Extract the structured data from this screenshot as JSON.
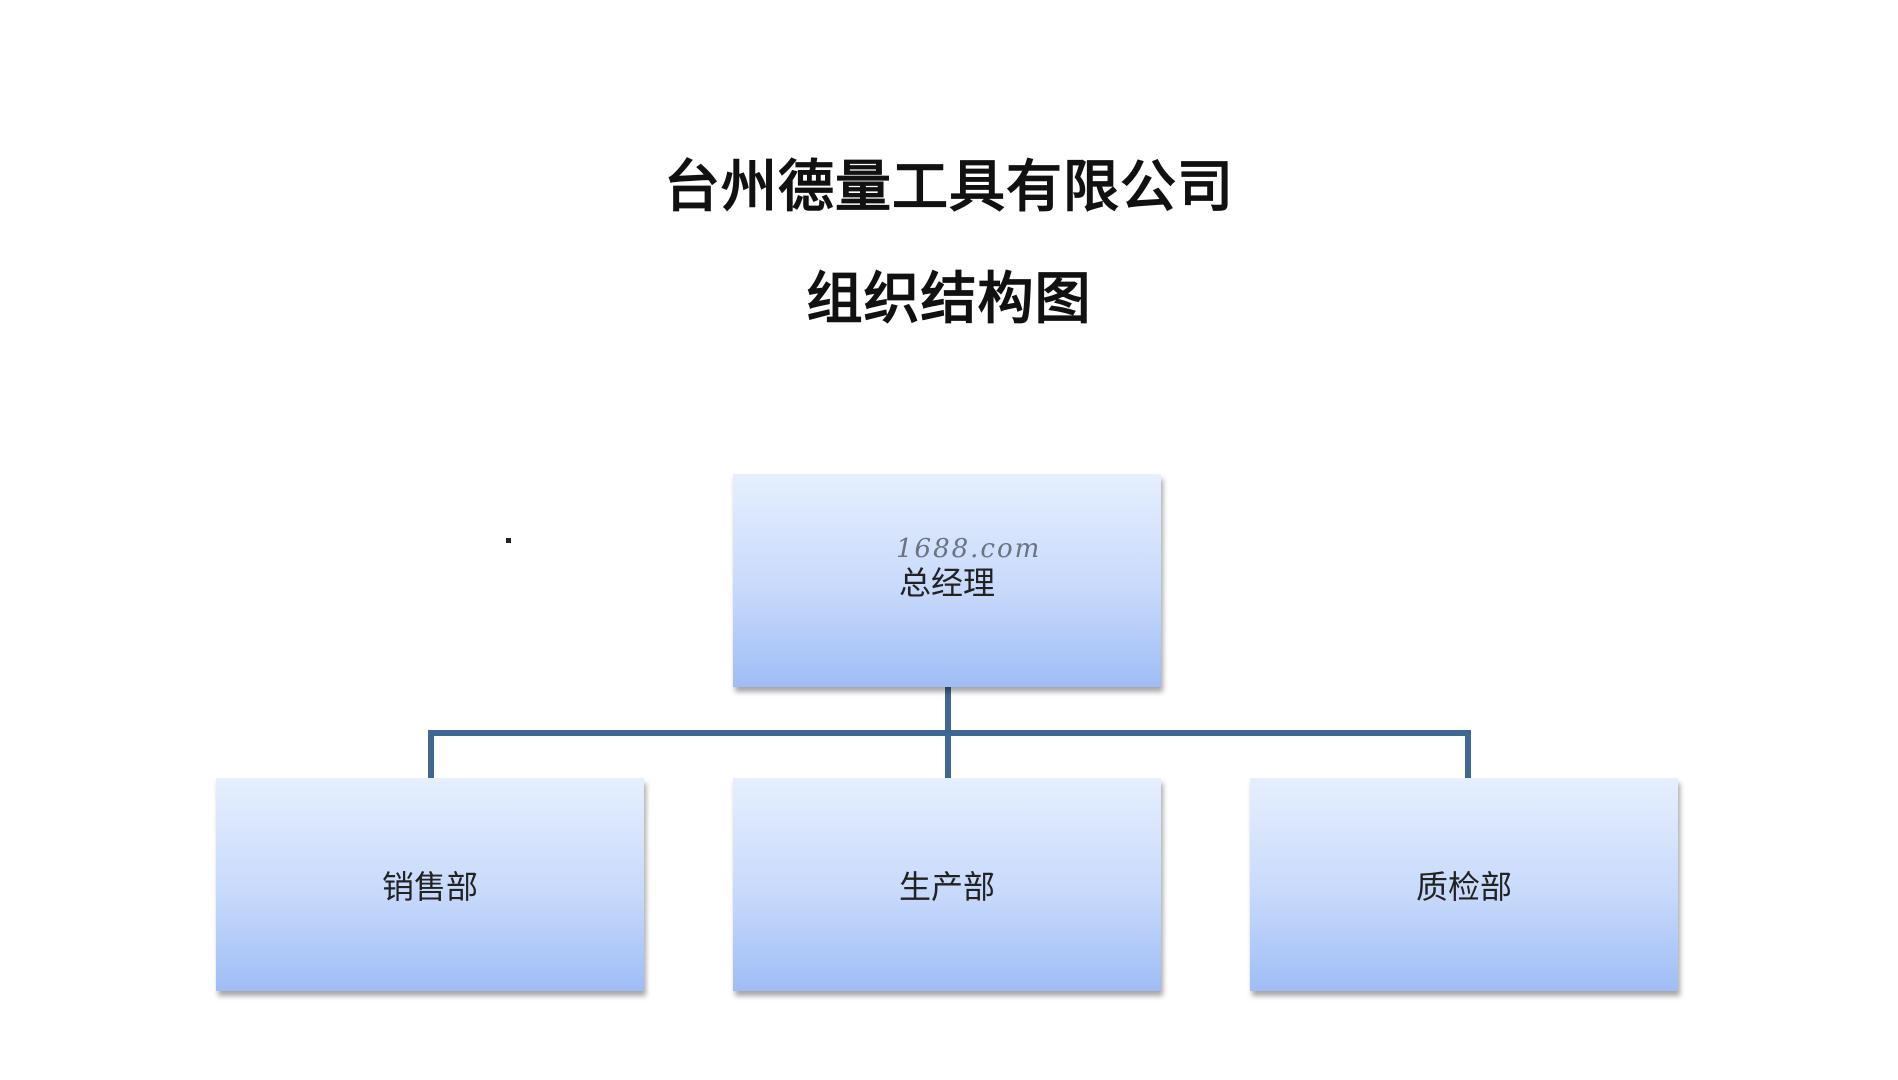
{
  "page": {
    "title_line1": "台州德量工具有限公司",
    "title_line2": "组织结构图"
  },
  "org_chart": {
    "root": {
      "label": "总经理",
      "watermark": "1688.com"
    },
    "departments": [
      {
        "label": "销售部"
      },
      {
        "label": "生产部"
      },
      {
        "label": "质检部"
      }
    ],
    "colors": {
      "connector": "#3f6794",
      "box_top": "#e6effe",
      "box_bottom": "#9fbdf5"
    }
  }
}
